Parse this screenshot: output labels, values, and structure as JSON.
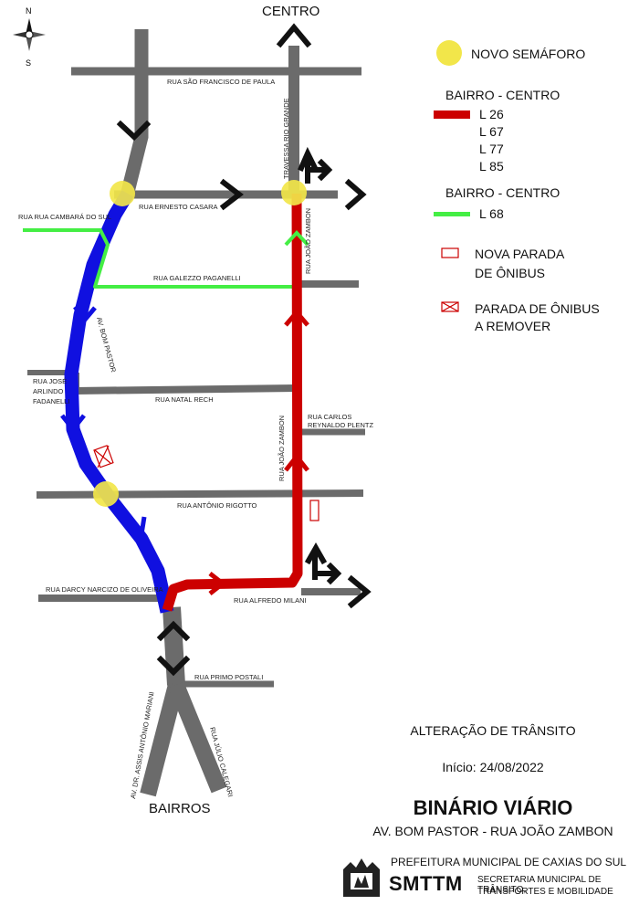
{
  "compass": {
    "north": "N",
    "south": "S"
  },
  "destinations": {
    "top": "CENTRO",
    "bottom": "BAIRROS"
  },
  "streets": {
    "sao_francisco": "RUA SÃO FRANCISCO DE PAULA",
    "ernesto_casara": "RUA ERNESTO CASARA",
    "cambara": "RUA RUA CAMBARÁ DO SUL",
    "galezzo": "RUA GALEZZO  PAGANELLI",
    "travessa": "TRAVESSA RIO GRANDE",
    "joao_zambon_top": "RUA JOÃO ZAMBON",
    "bom_pastor": "AV. BOM PASTOR",
    "jose_arlindo_1": "RUA JOSÉ",
    "jose_arlindo_2": "ARLINDO",
    "jose_arlindo_3": "FADANELLI",
    "natal_rech": "RUA NATAL RECH",
    "carlos_1": "RUA CARLOS",
    "carlos_2": "REYNALDO PLENTZ",
    "joao_zambon_mid": "RUA JOÃO ZAMBON",
    "rigotto": "RUA ANTÔNIO RIGOTTO",
    "darcy": "RUA DARCY NARCIZO DE OLIVEIRA",
    "alfredo": "RUA ALFREDO MILANI",
    "primo": "RUA PRIMO POSTALI",
    "assis": "AV. DR. ASSIS ANTÔNIO MARIANI",
    "calegari": "RUA JÚLIO CALEGARI"
  },
  "legend": {
    "semaforo": "NOVO SEMÁFORO",
    "group1_title": "BAIRRO - CENTRO",
    "group1_lines": [
      "L 26",
      "L 67",
      "L 77",
      "L 85"
    ],
    "group2_title": "BAIRRO - CENTRO",
    "group2_line": "L 68",
    "nova_parada_1": "NOVA PARADA",
    "nova_parada_2": "DE ÔNIBUS",
    "remover_1": "PARADA DE ÔNIBUS",
    "remover_2": "A REMOVER"
  },
  "colors": {
    "street": "#6b6b6b",
    "blue_route": "#1010e0",
    "red_route": "#cc0000",
    "green_route": "#44ee44",
    "semaforo": "#f2e64a",
    "arrow": "#111111"
  },
  "info": {
    "alteracao": "ALTERAÇÃO DE TRÂNSITO",
    "inicio": "Início: 24/08/2022",
    "title": "BINÁRIO VIÁRIO",
    "subtitle": "AV. BOM PASTOR - RUA JOÃO ZAMBON"
  },
  "footer": {
    "prefeitura": "PREFEITURA MUNICIPAL DE CAXIAS DO SUL",
    "smttm": "SMTTM",
    "secretaria_1": "SECRETARIA MUNICIPAL DE TRÂNSITO,",
    "secretaria_2": "TRANSPORTES E MOBILIDADE"
  }
}
